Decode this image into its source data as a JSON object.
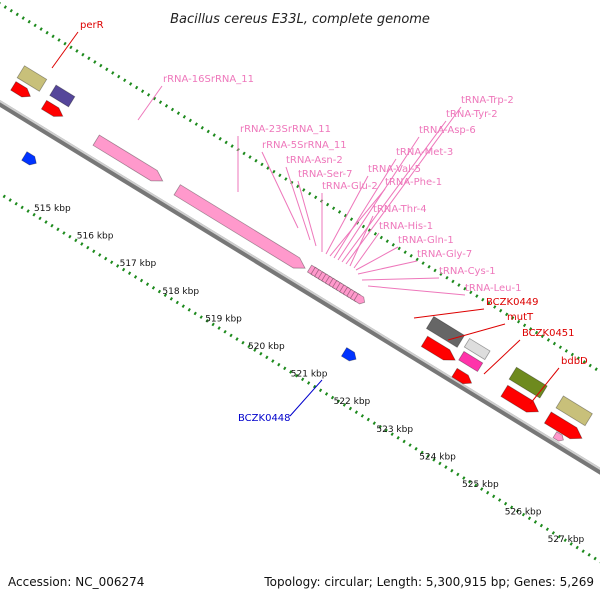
{
  "title": "Bacillus cereus E33L, complete genome",
  "footer": {
    "accession": "Accession: NC_006274",
    "summary": "Topology: circular; Length: 5,300,915 bp; Genes: 5,269"
  },
  "colors": {
    "backbone": "#8c8c8c",
    "gc_track": "#1d8a1d",
    "coord_dots": "#1d8a1d",
    "rna": "#ff99cc",
    "red_gene": "#ff0000",
    "blue_gene": "#0033ff",
    "label_red": "#dd0000",
    "label_pink": "#ee77bb",
    "label_blue": "#0000cc"
  },
  "kbp_labels": [
    "515 kbp",
    "516 kbp",
    "517 kbp",
    "518 kbp",
    "519 kbp",
    "520 kbp",
    "521 kbp",
    "522 kbp",
    "523 kbp",
    "524 kbp",
    "525 kbp",
    "526 kbp",
    "527 kbp"
  ],
  "gene_labels": [
    {
      "text": "perR",
      "color": "red"
    },
    {
      "text": "rRNA-16SrRNA_11",
      "color": "pink"
    },
    {
      "text": "rRNA-23SrRNA_11",
      "color": "pink"
    },
    {
      "text": "rRNA-5SrRNA_11",
      "color": "pink"
    },
    {
      "text": "tRNA-Asn-2",
      "color": "pink"
    },
    {
      "text": "tRNA-Ser-7",
      "color": "pink"
    },
    {
      "text": "tRNA-Glu-2",
      "color": "pink"
    },
    {
      "text": "tRNA-Val-5",
      "color": "pink"
    },
    {
      "text": "tRNA-Phe-1",
      "color": "pink"
    },
    {
      "text": "tRNA-Met-3",
      "color": "pink"
    },
    {
      "text": "tRNA-Asp-6",
      "color": "pink"
    },
    {
      "text": "tRNA-Tyr-2",
      "color": "pink"
    },
    {
      "text": "tRNA-Trp-2",
      "color": "pink"
    },
    {
      "text": "tRNA-Thr-4",
      "color": "pink"
    },
    {
      "text": "tRNA-His-1",
      "color": "pink"
    },
    {
      "text": "tRNA-Gln-1",
      "color": "pink"
    },
    {
      "text": "tRNA-Gly-7",
      "color": "pink"
    },
    {
      "text": "tRNA-Cys-1",
      "color": "pink"
    },
    {
      "text": "tRNA-Leu-1",
      "color": "pink"
    },
    {
      "text": "BCZK0449",
      "color": "red"
    },
    {
      "text": "mutT",
      "color": "red"
    },
    {
      "text": "BCZK0451",
      "color": "red"
    },
    {
      "text": "bdbD",
      "color": "red"
    },
    {
      "text": "BCZK0448",
      "color": "blue"
    }
  ]
}
